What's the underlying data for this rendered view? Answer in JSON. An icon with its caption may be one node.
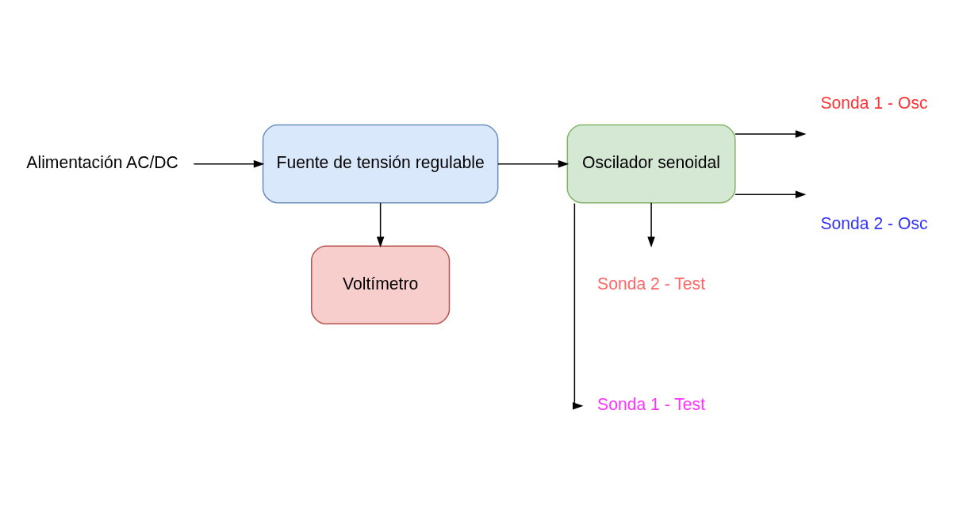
{
  "diagram": {
    "nodes": [
      {
        "text": [
          "Alimentación AC/DC"
        ]
      },
      {
        "text": [
          "Voltímetro"
        ]
      },
      {
        "text": [
          "Fuente de tensión regulable"
        ]
      },
      {
        "text": [
          "Oscilador senoidal"
        ]
      },
      {
        "text": [
          "Sonda 1 - Osc"
        ]
      },
      {
        "text": [
          "Sonda 2 - Osc"
        ]
      },
      {
        "text": [
          "Sonda 1 - Test"
        ]
      },
      {
        "text": [
          "Sonda 2 - Test"
        ]
      }
    ],
    "edges": [
      {
        "from": 0,
        "to": 2,
        "arrow": "to"
      },
      {
        "from": 2,
        "to": 1,
        "arrow": "to"
      },
      {
        "from": 2,
        "to": 3,
        "arrow": "to"
      },
      {
        "from": 3,
        "to": 4,
        "arrow": "to"
      },
      {
        "from": 3,
        "to": 5,
        "arrow": "to"
      },
      {
        "from": 3,
        "to": 6,
        "arrow": "to"
      },
      {
        "from": 3,
        "to": 7,
        "arrow": "to"
      }
    ]
  }
}
